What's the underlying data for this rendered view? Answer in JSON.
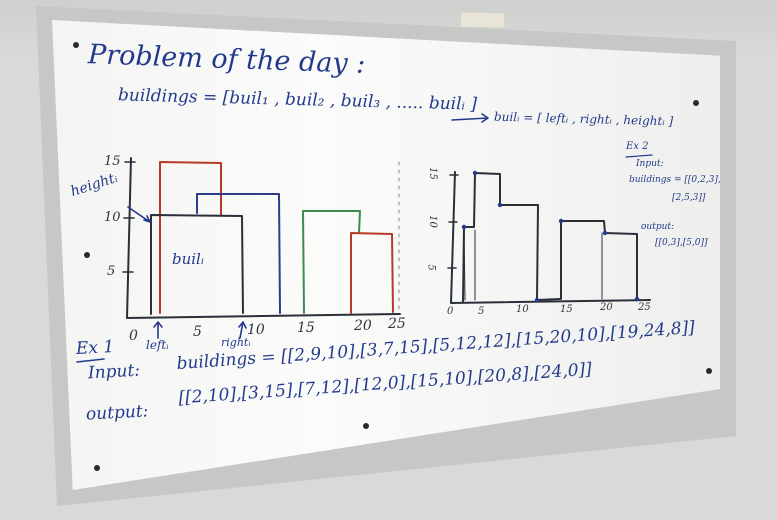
{
  "board": {
    "title": "Problem of the day :",
    "definition": "buildings = [buil₁ , buil₂ , buil₃ , ..... builᵢ ]",
    "building_format": "builᵢ = [ leftᵢ , rightᵢ , heightᵢ ]"
  },
  "sketch1": {
    "y_ticks": [
      "15",
      "10",
      "5"
    ],
    "x_ticks": [
      "0",
      "5",
      "10",
      "15",
      "20",
      "25"
    ],
    "height_label": "heightᵢ",
    "left_label": "leftᵢ",
    "right_label": "rightᵢ",
    "building_label": "builᵢ"
  },
  "sketch2": {
    "y_ticks": [
      "15",
      "10",
      "5"
    ],
    "x_ticks": [
      "0",
      "5",
      "10",
      "15",
      "20",
      "25"
    ]
  },
  "example1": {
    "label": "Ex 1",
    "input_label": "Input:",
    "input": "buildings = [[2,9,10],[3,7,15],[5,12,12],[15,20,10],[19,24,8]]",
    "output_label": "output:",
    "output": "[[2,10],[3,15],[7,12],[12,0],[15,10],[20,8],[24,0]]"
  },
  "example2": {
    "label": "Ex 2",
    "input_label": "Input:",
    "input_line1": "buildings = [[0,2,3],",
    "input_line2": "[2,5,3]]",
    "output_label": "output:",
    "output": "[[0,3],[5,0]]"
  },
  "colors": {
    "marker_blue": "#233a8c",
    "marker_black": "#2b2f3a",
    "marker_red": "#b83a26",
    "marker_green": "#3d8a52",
    "board": "#f7f7f5"
  }
}
